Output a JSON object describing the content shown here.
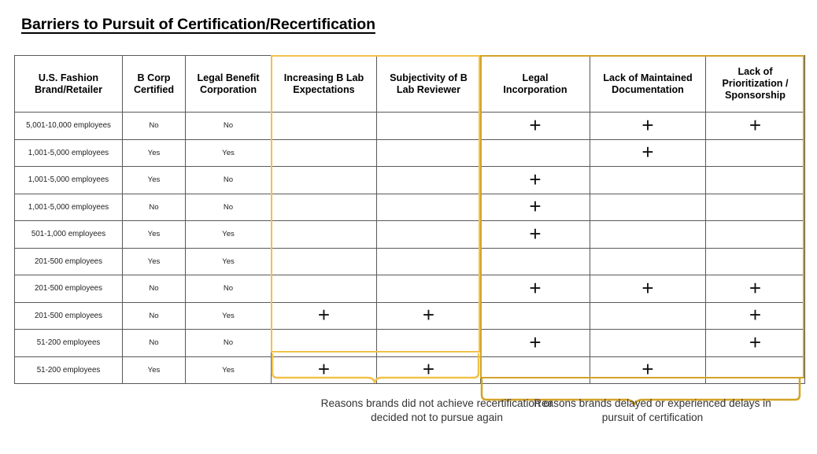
{
  "page": {
    "title": "Barriers to Pursuit of Certification/Recertification"
  },
  "colors": {
    "header_dark_blue": "#4285F4",
    "header_light_blue": "#6FA8DC",
    "group_left_outline": "#F2C14A",
    "group_right_outline": "#D3A327",
    "grid_line": "#595959"
  },
  "table": {
    "columns": [
      {
        "key": "brand",
        "label": "U.S. Fashion\nBrand/Retailer",
        "group": "identity"
      },
      {
        "key": "bcorp",
        "label": "B Corp\nCertified",
        "group": "identity"
      },
      {
        "key": "legalbc",
        "label": "Legal Benefit\nCorporation",
        "group": "identity"
      },
      {
        "key": "expect",
        "label": "Increasing B Lab\nExpectations",
        "group": "recert"
      },
      {
        "key": "subject",
        "label": "Subjectivity of B\nLab Reviewer",
        "group": "recert"
      },
      {
        "key": "legalinc",
        "label": "Legal\nIncorporation",
        "group": "delay"
      },
      {
        "key": "docs",
        "label": "Lack of Maintained\nDocumentation",
        "group": "delay"
      },
      {
        "key": "priority",
        "label": "Lack of\nPrioritization /\nSponsorship",
        "group": "delay"
      }
    ],
    "mark_symbol": "+",
    "rows": [
      {
        "brand": "5,001-10,000 employees",
        "bcorp": "No",
        "legalbc": "No",
        "marks": [
          false,
          false,
          true,
          true,
          true
        ]
      },
      {
        "brand": "1,001-5,000 employees",
        "bcorp": "Yes",
        "legalbc": "Yes",
        "marks": [
          false,
          false,
          false,
          true,
          false
        ]
      },
      {
        "brand": "1,001-5,000 employees",
        "bcorp": "Yes",
        "legalbc": "No",
        "marks": [
          false,
          false,
          true,
          false,
          false
        ]
      },
      {
        "brand": "1,001-5,000 employees",
        "bcorp": "No",
        "legalbc": "No",
        "marks": [
          false,
          false,
          true,
          false,
          false
        ]
      },
      {
        "brand": "501-1,000 employees",
        "bcorp": "Yes",
        "legalbc": "Yes",
        "marks": [
          false,
          false,
          true,
          false,
          false
        ]
      },
      {
        "brand": "201-500 employees",
        "bcorp": "Yes",
        "legalbc": "Yes",
        "marks": [
          false,
          false,
          false,
          false,
          false
        ]
      },
      {
        "brand": "201-500 employees",
        "bcorp": "No",
        "legalbc": "No",
        "marks": [
          false,
          false,
          true,
          true,
          true
        ]
      },
      {
        "brand": "201-500 employees",
        "bcorp": "No",
        "legalbc": "Yes",
        "marks": [
          true,
          true,
          false,
          false,
          true
        ]
      },
      {
        "brand": "51-200 employees",
        "bcorp": "No",
        "legalbc": "No",
        "marks": [
          false,
          false,
          true,
          false,
          true
        ]
      },
      {
        "brand": "51-200 employees",
        "bcorp": "Yes",
        "legalbc": "Yes",
        "marks": [
          true,
          true,
          false,
          true,
          false
        ]
      }
    ]
  },
  "annotations": {
    "left_bracket_caption": "Reasons brands did not achieve recertification or decided not to pursue again",
    "right_bracket_caption": "Reasons brands delayed or experienced delays in pursuit of certification"
  }
}
